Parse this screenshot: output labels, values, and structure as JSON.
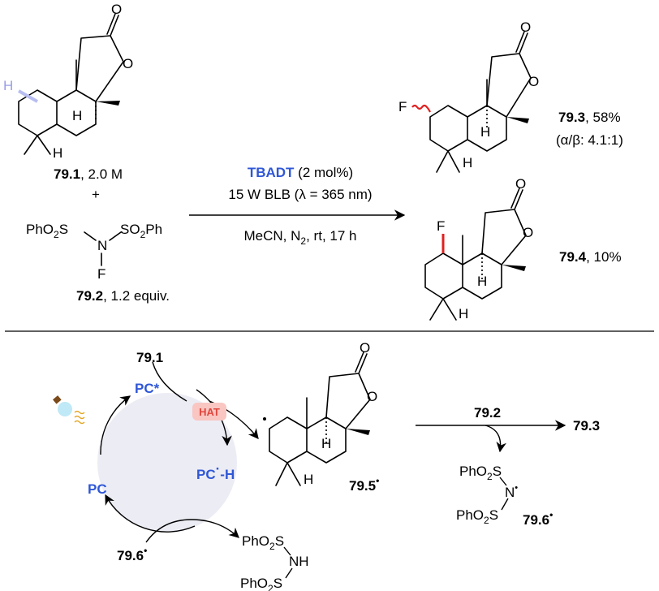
{
  "top": {
    "h_atom": "H",
    "ring_h_top": "H",
    "ring_h_bottom": "H",
    "ring_o": "O",
    "carbonyl_o": "O",
    "sm_id": "79.1",
    "sm_conc": ", 2.0 M",
    "plus": "+",
    "nfsi_left": "PhO",
    "nfsi_left_sub": "2",
    "nfsi_left_s": "S",
    "nfsi_right": "SO",
    "nfsi_right_sub": "2",
    "nfsi_right_ph": "Ph",
    "nfsi_n": "N",
    "nfsi_f": "F",
    "reagent_id": "79.2",
    "reagent_equiv": ", 1.2 equiv.",
    "cond_catalyst": "TBADT",
    "cond_loading": " (2 mol%)",
    "cond_light": "15 W BLB (λ = 365 nm)",
    "cond_solvent_a": "MeCN, N",
    "cond_solvent_sub": "2",
    "cond_solvent_b": ", rt, 17 h",
    "p1_f": "F",
    "p1_id": "79.3",
    "p1_yield": ", 58%",
    "p1_ratio": "(α/β: 4.1:1)",
    "p2_f": "F",
    "p2_id": "79.4",
    "p2_yield": ", 10%"
  },
  "mechanism": {
    "pc_star": "PC*",
    "pc_h_a": "PC",
    "pc_h_dot": "·",
    "pc_h_b": "-H",
    "pc": "PC",
    "hat": "HAT",
    "sm_id": "79.1",
    "radical_id": "79.5",
    "radical_dot": "•",
    "reagent_id": "79.2",
    "product_id": "79.3",
    "n_radical_top": "PhO",
    "n_radical_top_sub": "2",
    "n_radical_top_s": "S",
    "n_radical_n": "N",
    "n_radical_n_dot": "•",
    "n_radical_bottom": "PhO",
    "n_radical_bottom_sub": "2",
    "n_radical_bottom_s": "S",
    "n_radical_id": "79.6",
    "n_radical_id_dot": "•",
    "cycle_in_id": "79.6",
    "cycle_in_dot": "•",
    "imide_top": "PhO",
    "imide_top_sub": "2",
    "imide_top_s": "S",
    "imide_nh": "NH",
    "imide_bottom": "PhO",
    "imide_bottom_sub": "2",
    "imide_bottom_s": "S"
  },
  "colors": {
    "accent_blue": "#2f57d6",
    "bond_red": "#e02020",
    "h_highlight": "#b7bdf0",
    "hat_badge": "#f9c6c2",
    "hat_text": "#e0463c",
    "cycle_fill": "#ececf5"
  }
}
